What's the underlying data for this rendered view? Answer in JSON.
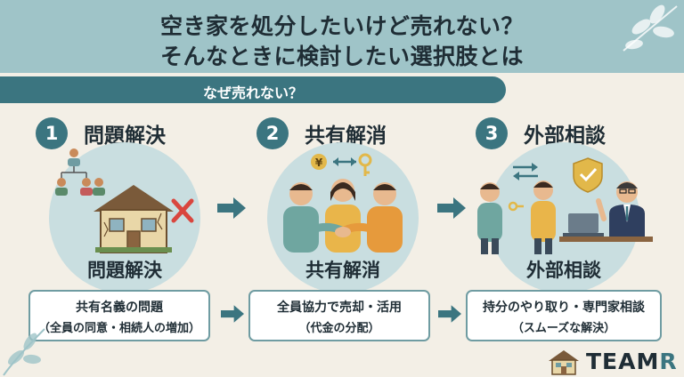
{
  "header": {
    "title_line1": "空き家を処分したいけど売れない？",
    "title_line2": "そんなときに検討したい選択肢とは"
  },
  "subheader": "なぜ売れない？",
  "steps": [
    {
      "number": "1",
      "title": "問題解決",
      "label": "問題解決",
      "box_line1": "共有名義の問題",
      "box_line2": "（全員の同意・相続人の増加）"
    },
    {
      "number": "2",
      "title": "共有解消",
      "label": "共有解消",
      "box_line1": "全員協力で売却・活用",
      "box_line2": "（代金の分配）"
    },
    {
      "number": "3",
      "title": "外部相談",
      "label": "外部相談",
      "box_line1": "持分のやり取り・専門家相談",
      "box_line2": "（スムーズな解決）"
    }
  ],
  "illustration_symbols": {
    "yen": "¥"
  },
  "logo": {
    "text_main": "TEAM",
    "text_accent": "R"
  },
  "colors": {
    "teal_dark": "#3b7580",
    "teal_light": "#9fc4c8",
    "circle_bg": "#c9dee0",
    "background": "#f3efe6",
    "cross_red": "#d9463e"
  }
}
